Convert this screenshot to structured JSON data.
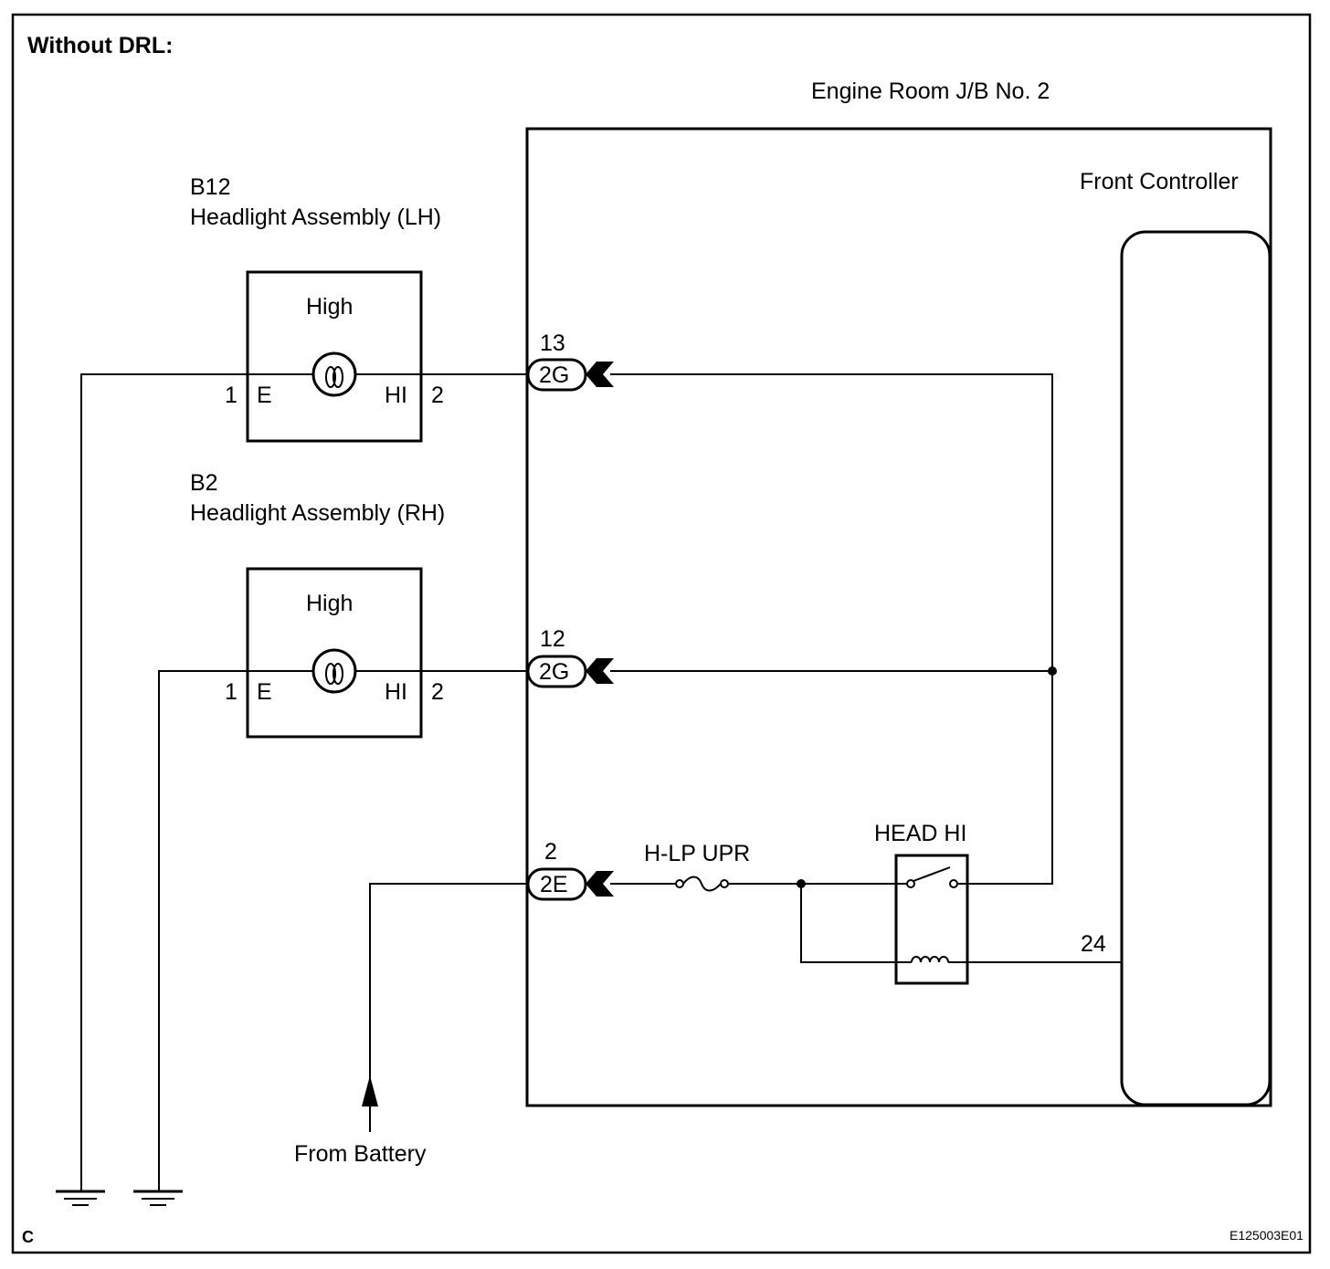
{
  "header": {
    "title": "Without DRL:"
  },
  "junction_block": {
    "label": "Engine Room J/B No. 2"
  },
  "controller": {
    "label": "Front Controller"
  },
  "headlight_lh": {
    "code": "B12",
    "name": "Headlight Assembly (LH)",
    "lamp_label": "High",
    "pin_e_number": "1",
    "pin_e_label": "E",
    "pin_hi_label": "HI",
    "pin_hi_number": "2"
  },
  "headlight_rh": {
    "code": "B2",
    "name": "Headlight Assembly (RH)",
    "lamp_label": "High",
    "pin_e_number": "1",
    "pin_e_label": "E",
    "pin_hi_label": "HI",
    "pin_hi_number": "2"
  },
  "connectors": [
    {
      "pin": "13",
      "code": "2G"
    },
    {
      "pin": "12",
      "code": "2G"
    },
    {
      "pin": "2",
      "code": "2E"
    }
  ],
  "fuse": {
    "label": "H-LP UPR"
  },
  "relay": {
    "label": "HEAD HI"
  },
  "controller_pin": {
    "number": "24"
  },
  "battery": {
    "label": "From Battery"
  },
  "footer": {
    "left_code": "C",
    "right_code": "E125003E01"
  }
}
